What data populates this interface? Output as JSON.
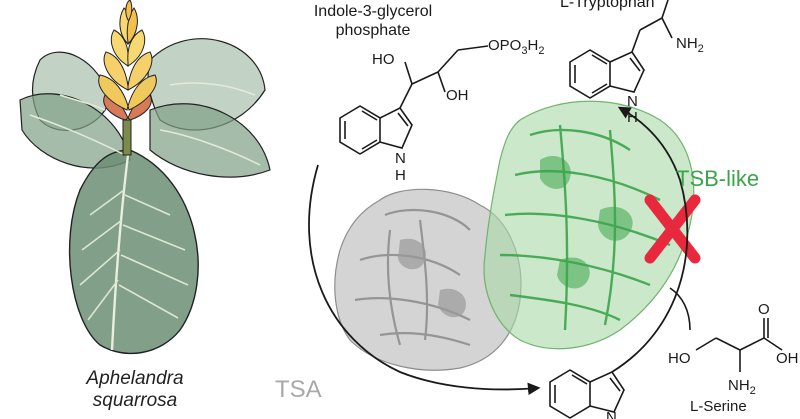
{
  "figure": {
    "plant": {
      "name_line1": "Aphelandra",
      "name_line2": "squarrosa"
    },
    "substrate": {
      "name_line1": "Indole-3-glycerol",
      "name_line2": "phosphate",
      "groups": {
        "ho": "HO",
        "oh": "OH",
        "phosphate": "OPO",
        "phosphate_sub1": "3",
        "phosphate_h": "H",
        "phosphate_sub2": "2",
        "nh": "N",
        "nh_h": "H"
      }
    },
    "product": {
      "name": "L-Tryptophan",
      "groups": {
        "nh2": "NH",
        "nh2_sub": "2",
        "nh": "N",
        "nh_h": "H"
      }
    },
    "intermediate": {
      "groups": {
        "n": "N"
      }
    },
    "serine": {
      "name": "L-Serine",
      "groups": {
        "ho": "HO",
        "o": "O",
        "oh": "OH",
        "nh2": "NH",
        "nh2_sub": "2"
      }
    },
    "enzymes": {
      "tsa": {
        "label": "TSA",
        "color": "#a9a9a9"
      },
      "tsb": {
        "label": "TSB-like",
        "color": "#3ca44a"
      }
    },
    "block_mark_color": "#e8283c"
  }
}
